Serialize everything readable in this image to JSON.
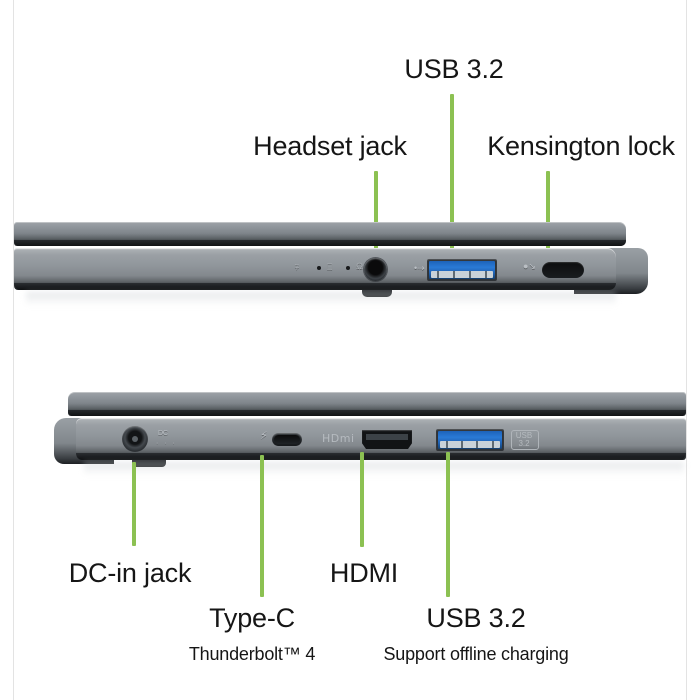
{
  "page": {
    "background_color": "#ffffff",
    "accent_color": "#8CC152",
    "text_color": "#161616",
    "chassis_color": "#90969b"
  },
  "top_view": {
    "name": "right-side-edge-view",
    "labels": [
      {
        "id": "usb32",
        "text": "USB 3.2",
        "size": "primary"
      },
      {
        "id": "headset_jack",
        "text": "Headset jack",
        "size": "primary"
      },
      {
        "id": "kensington",
        "text": "Kensington lock",
        "size": "primary"
      }
    ],
    "ports": [
      {
        "id": "headset_jack",
        "name": "headset-jack-port",
        "type": "audio-3.5mm"
      },
      {
        "id": "usb32",
        "name": "usb-a-3-2-port",
        "type": "usb-a",
        "color": "#2a7ad6"
      },
      {
        "id": "kensington",
        "name": "kensington-lock-slot",
        "type": "lock-slot"
      }
    ],
    "silkscreen": {
      "usb_icon": "•⇢",
      "headphone_icon": "Ω",
      "kensington_icon": "●↘"
    }
  },
  "bottom_view": {
    "name": "left-side-edge-view",
    "labels": [
      {
        "id": "dc_in",
        "text": "DC-in jack",
        "sub": "",
        "size": "primary"
      },
      {
        "id": "type_c",
        "text": "Type-C",
        "sub": "Thunderbolt™ 4",
        "size": "primary"
      },
      {
        "id": "hdmi",
        "text": "HDMI",
        "sub": "",
        "size": "primary"
      },
      {
        "id": "usb32",
        "text": "USB 3.2",
        "sub": "Support offline charging",
        "size": "primary"
      }
    ],
    "ports": [
      {
        "id": "dc_in",
        "name": "dc-in-jack-port",
        "type": "barrel-dc"
      },
      {
        "id": "type_c",
        "name": "usb-c-thunderbolt-port",
        "type": "usb-c"
      },
      {
        "id": "hdmi",
        "name": "hdmi-port",
        "type": "hdmi"
      },
      {
        "id": "usb32",
        "name": "usb-a-3-2-port",
        "type": "usb-a",
        "color": "#2a7ad6"
      }
    ],
    "silkscreen": {
      "thunderbolt_icon": "⚡",
      "hdmi_text": "HDmi",
      "usb_ss_line1": "USB",
      "usb_ss_line2": "3.2",
      "dc_text": "DC"
    }
  }
}
